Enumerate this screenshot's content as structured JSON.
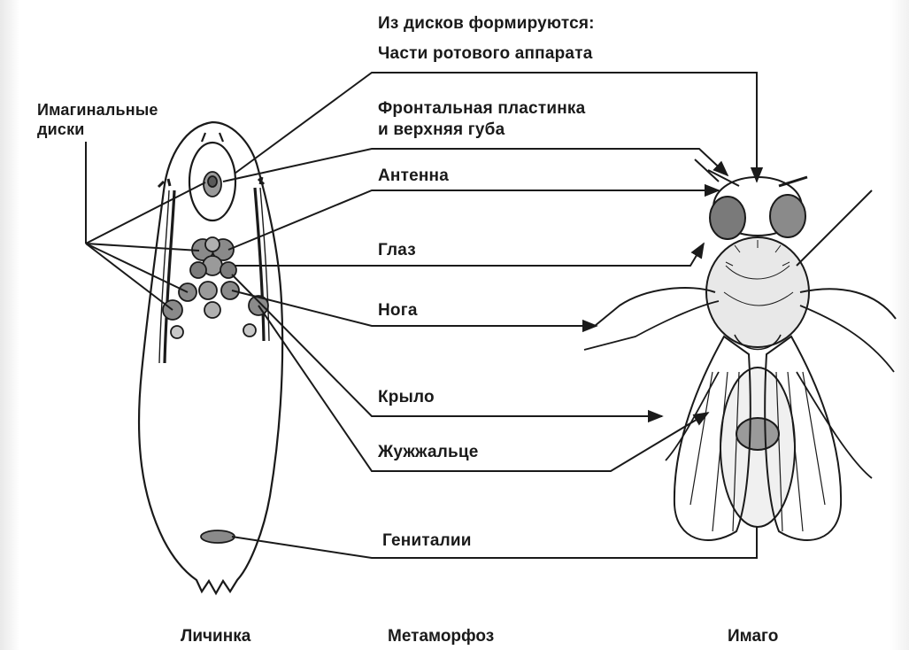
{
  "labels": {
    "heading": "Из дисков формируются:",
    "imaginal_discs_line1": "Имагинальные",
    "imaginal_discs_line2": "диски",
    "mouthparts": "Части ротового аппарата",
    "frontal_plate_line1": "Фронтальная пластинка",
    "frontal_plate_line2": "и верхняя губа",
    "antenna": "Антенна",
    "eye": "Глаз",
    "leg": "Нога",
    "wing": "Крыло",
    "haltere": "Жужжальце",
    "genitalia": "Гениталии"
  },
  "captions": {
    "larva": "Личинка",
    "metamorphosis": "Метаморфоз",
    "imago": "Имаго"
  },
  "colors": {
    "ink": "#1a1a1a",
    "disc_fill": "#8a8a8a",
    "background": "#ffffff"
  }
}
